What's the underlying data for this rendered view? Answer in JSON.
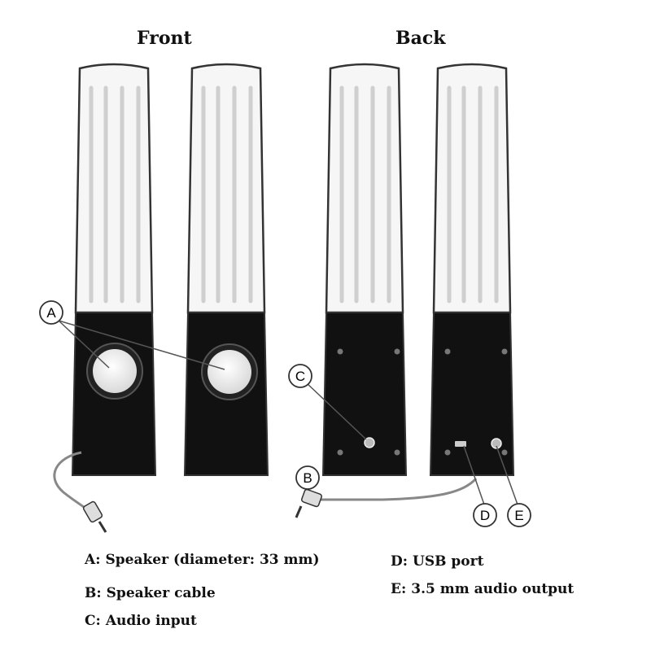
{
  "headings": {
    "front": "Front",
    "back": "Back"
  },
  "callouts": {
    "a": "A",
    "b": "B",
    "c": "C",
    "d": "D",
    "e": "E"
  },
  "legend": [
    {
      "letter": "A",
      "text": "Speaker (diameter: 33 mm)"
    },
    {
      "letter": "B",
      "text": "Speaker cable"
    },
    {
      "letter": "C",
      "text": "Audio input"
    },
    {
      "letter": "D",
      "text": "USB port"
    },
    {
      "letter": "E",
      "text": "3.5 mm audio output"
    }
  ],
  "colors": {
    "body": "#111111",
    "tube": "#f4f4f4",
    "outline": "#333333",
    "cable": "#888888"
  }
}
